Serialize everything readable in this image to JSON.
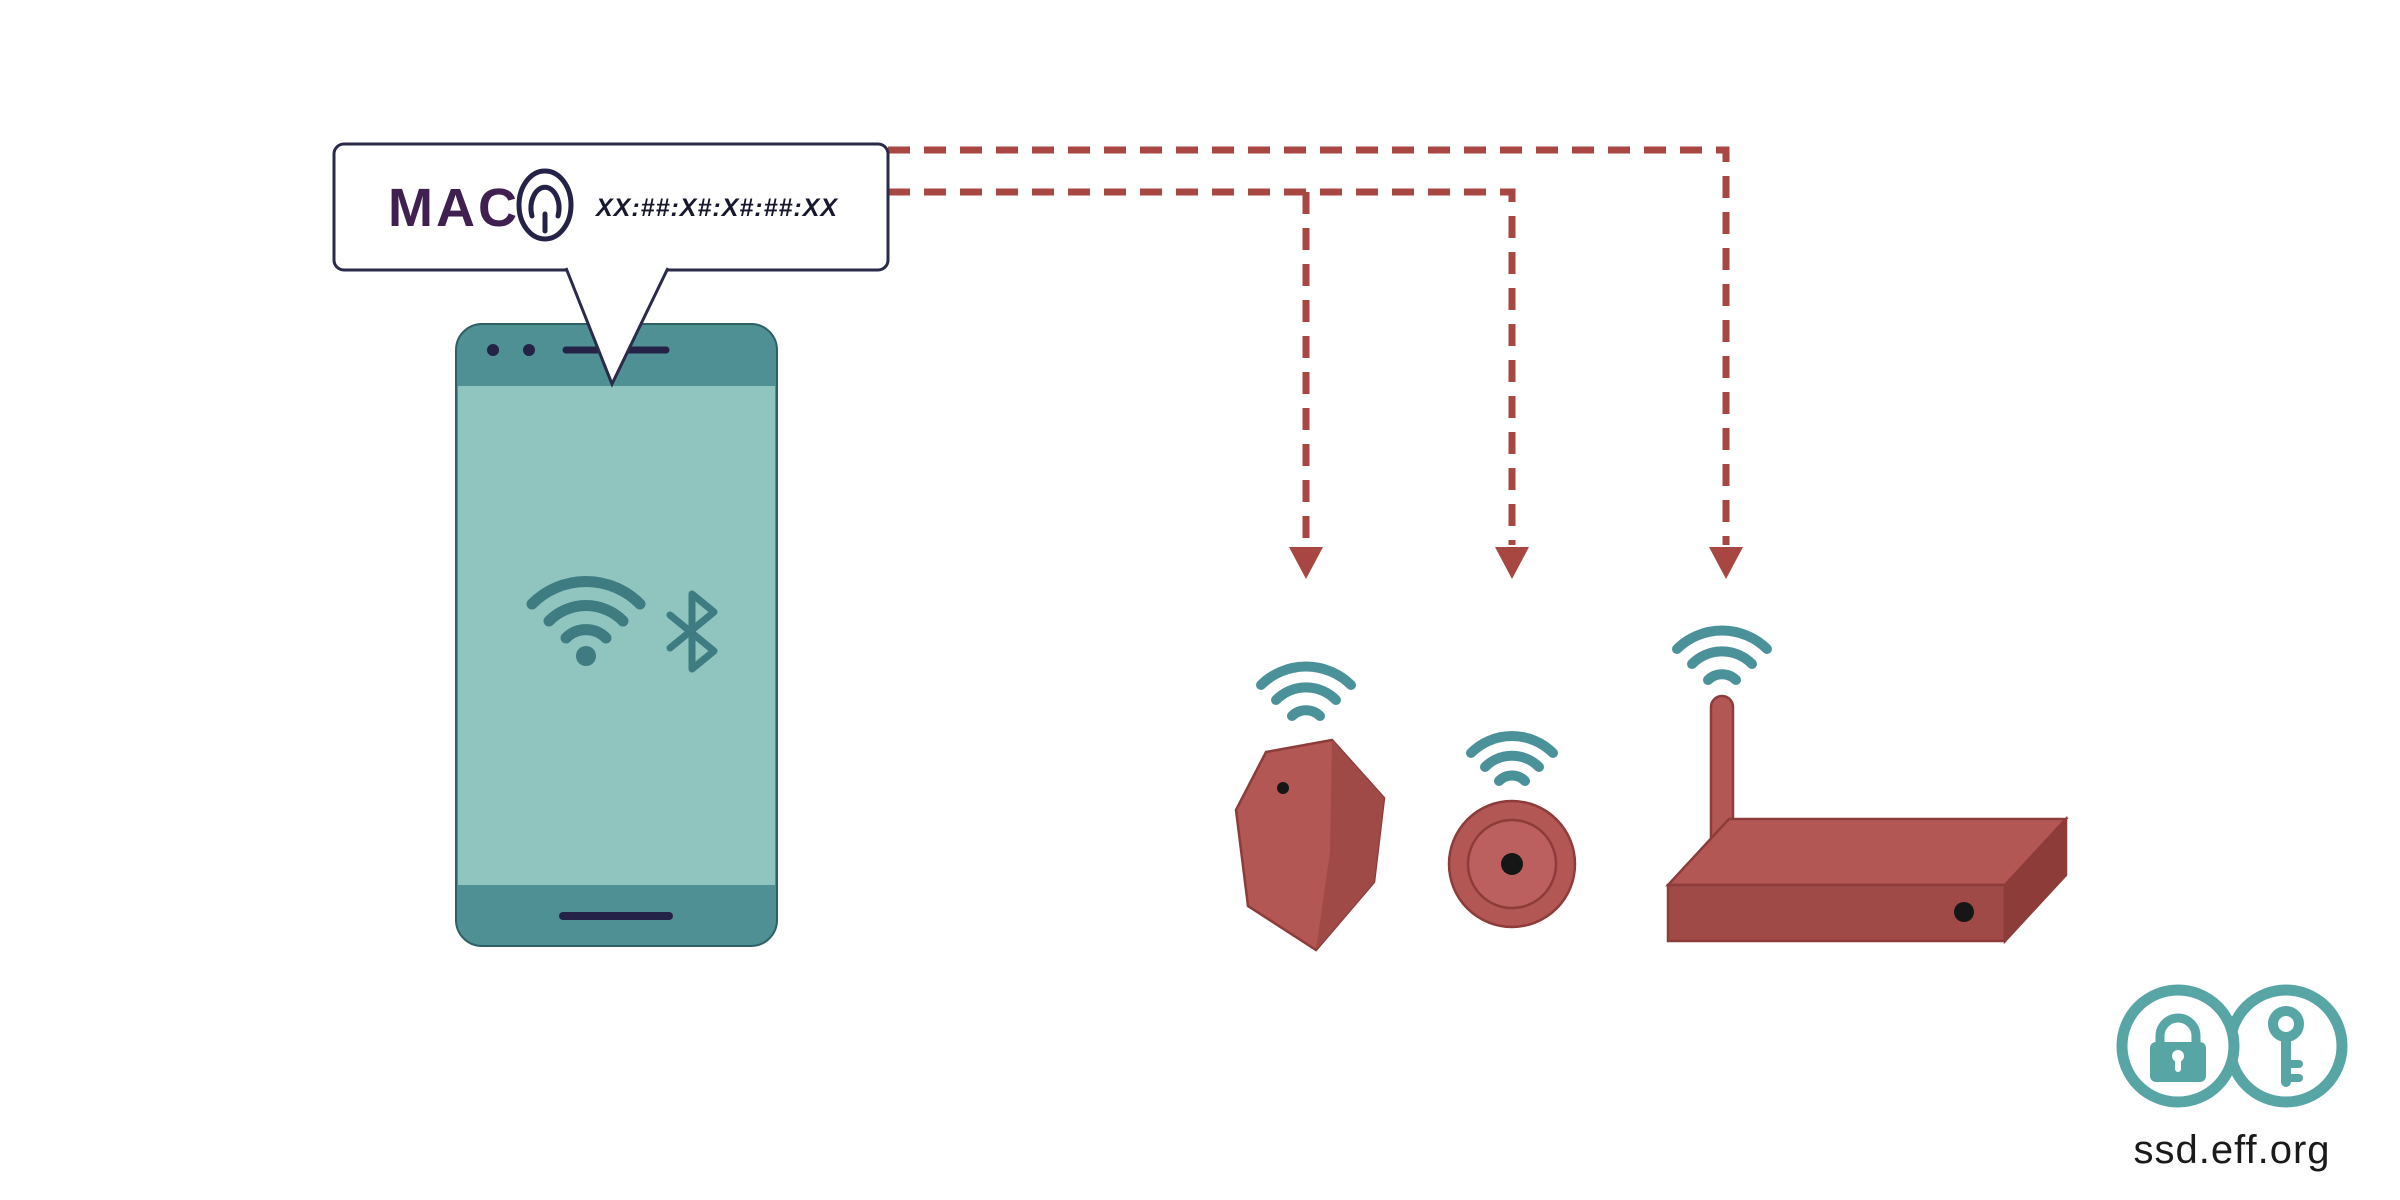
{
  "bubble": {
    "label": "MAC",
    "mac_address": "XX:##:X#:X#:##:XX"
  },
  "branding": {
    "site": "ssd.eff.org"
  },
  "depicted_objects": [
    "smartphone broadcasting wifi and bluetooth",
    "rock-shaped bluetooth beacon",
    "round bluetooth beacon",
    "wifi router"
  ],
  "icons": {
    "fingerprint": "fingerprint-icon",
    "wifi": "wifi-icon",
    "bluetooth": "bluetooth-icon",
    "wifi_waves": "wifi-waves-icon",
    "padlock": "padlock-icon",
    "key": "key-icon"
  },
  "colors": {
    "background": "#ffffff",
    "bubble_border": "#2a2a4a",
    "label_purple": "#3f2050",
    "address_ink": "#17172e",
    "phone_body": "#4f9094",
    "phone_outline": "#2e6066",
    "phone_screen": "#8fc4bf",
    "phone_detail": "#252247",
    "screen_icon_teal": "#3e7c81",
    "arrow_red": "#a84642",
    "device_red": "#b35755",
    "device_red_light": "#bb605e",
    "device_red_dark": "#a04a48",
    "device_red_darker": "#8d3c3a",
    "device_edge": "#8d3c3a",
    "wave_teal": "#4b9199",
    "logo_teal": "#57a5a5",
    "ink": "#161616",
    "footer_ink": "#1a1a1a"
  }
}
